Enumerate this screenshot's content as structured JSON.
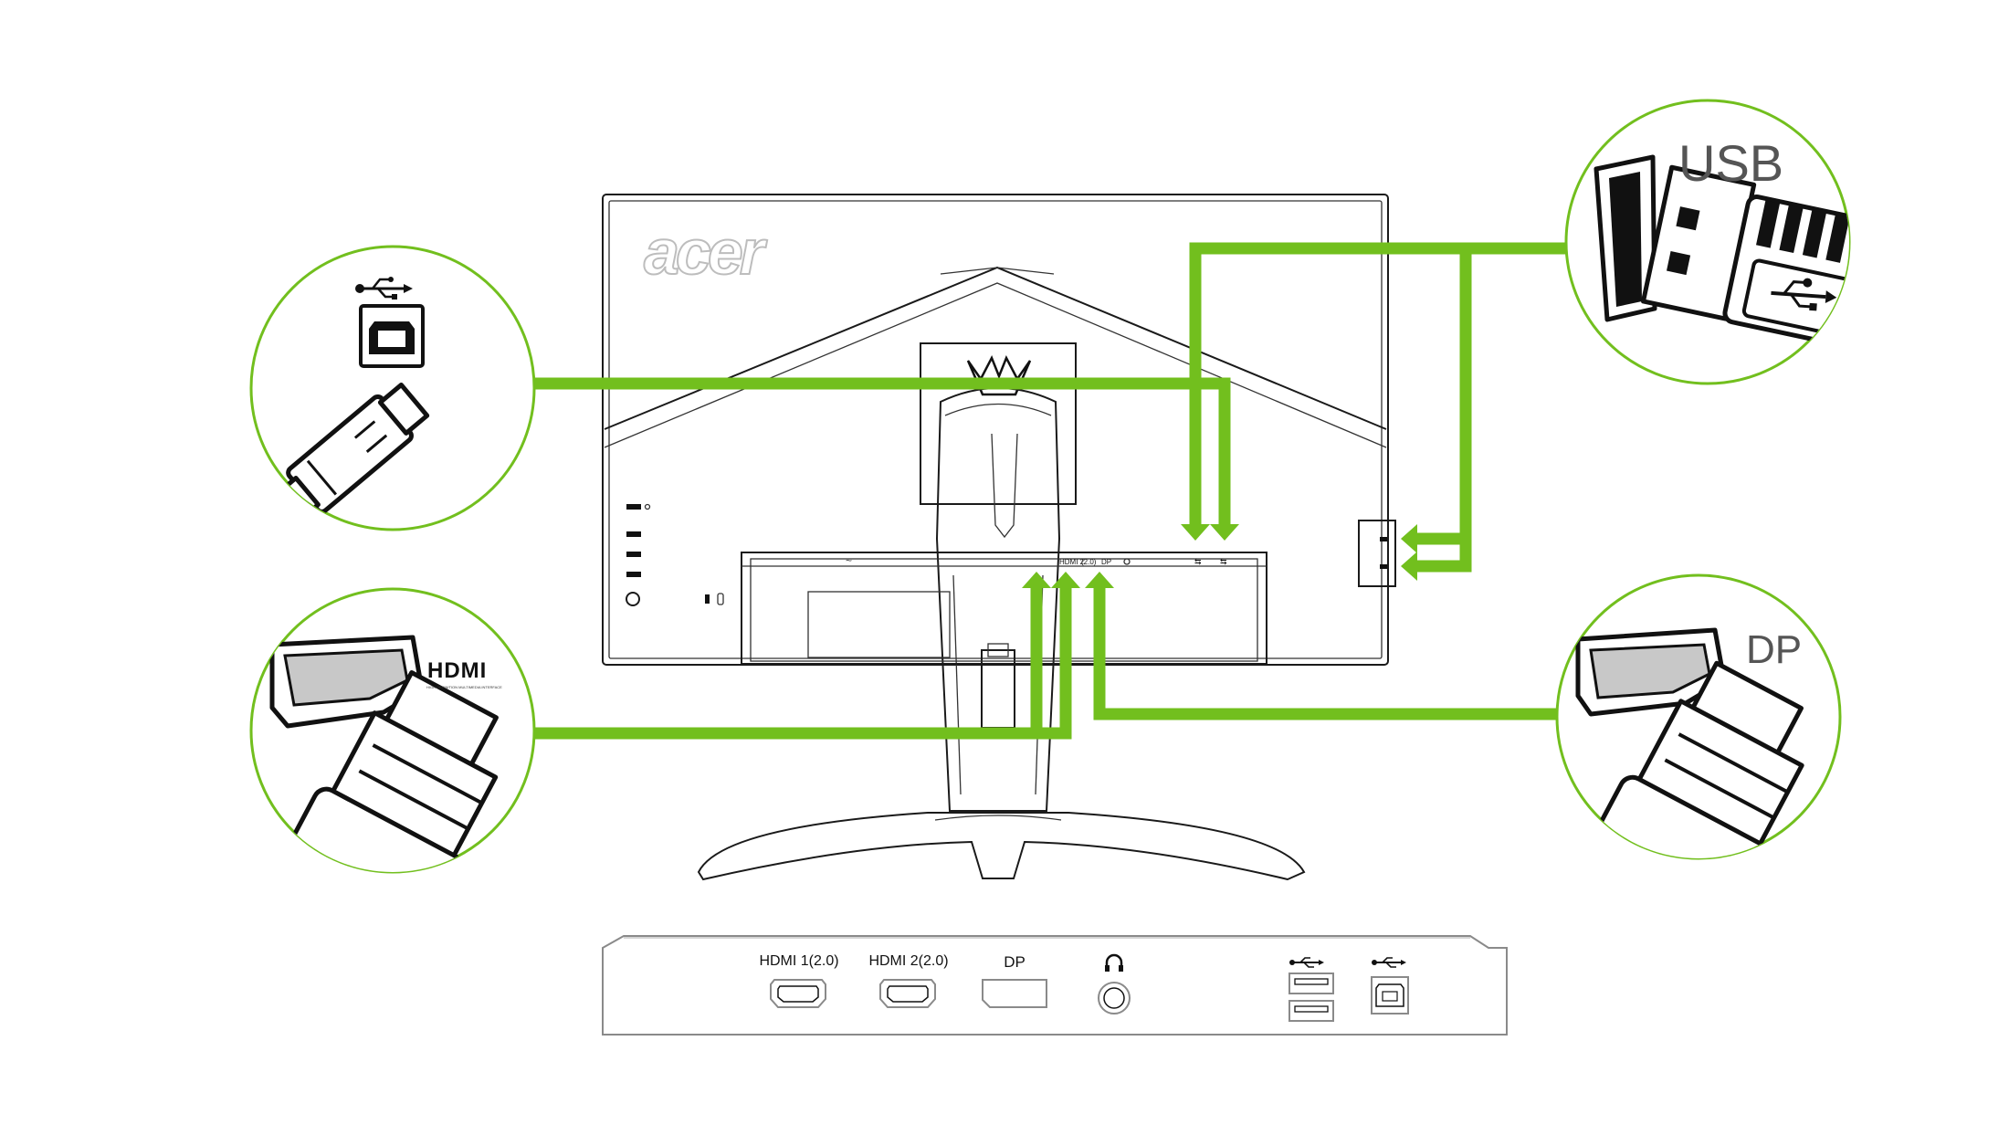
{
  "brand": {
    "logo_text": "acer"
  },
  "callouts": {
    "usb_a": {
      "label": "USB"
    },
    "dp": {
      "label": "DP"
    },
    "hdmi": {
      "logo_text": "HDMI",
      "tagline": "HIGH-DEFINITION MULTIMEDIA INTERFACE"
    }
  },
  "monitor_ports": {
    "labels": [
      "HDMI 2",
      "(2.0)",
      "DP"
    ]
  },
  "port_panel": {
    "labels": {
      "hdmi1": "HDMI 1(2.0)",
      "hdmi2": "HDMI 2(2.0)",
      "dp": "DP"
    }
  },
  "colors": {
    "connection_green": "#72bf1e",
    "line": "#1a1a1a",
    "panel_border": "#8a8a8a"
  },
  "icons": [
    "usb-symbol-icon",
    "usb-b-port-icon",
    "headphone-icon",
    "hdmi-logo-icon"
  ]
}
